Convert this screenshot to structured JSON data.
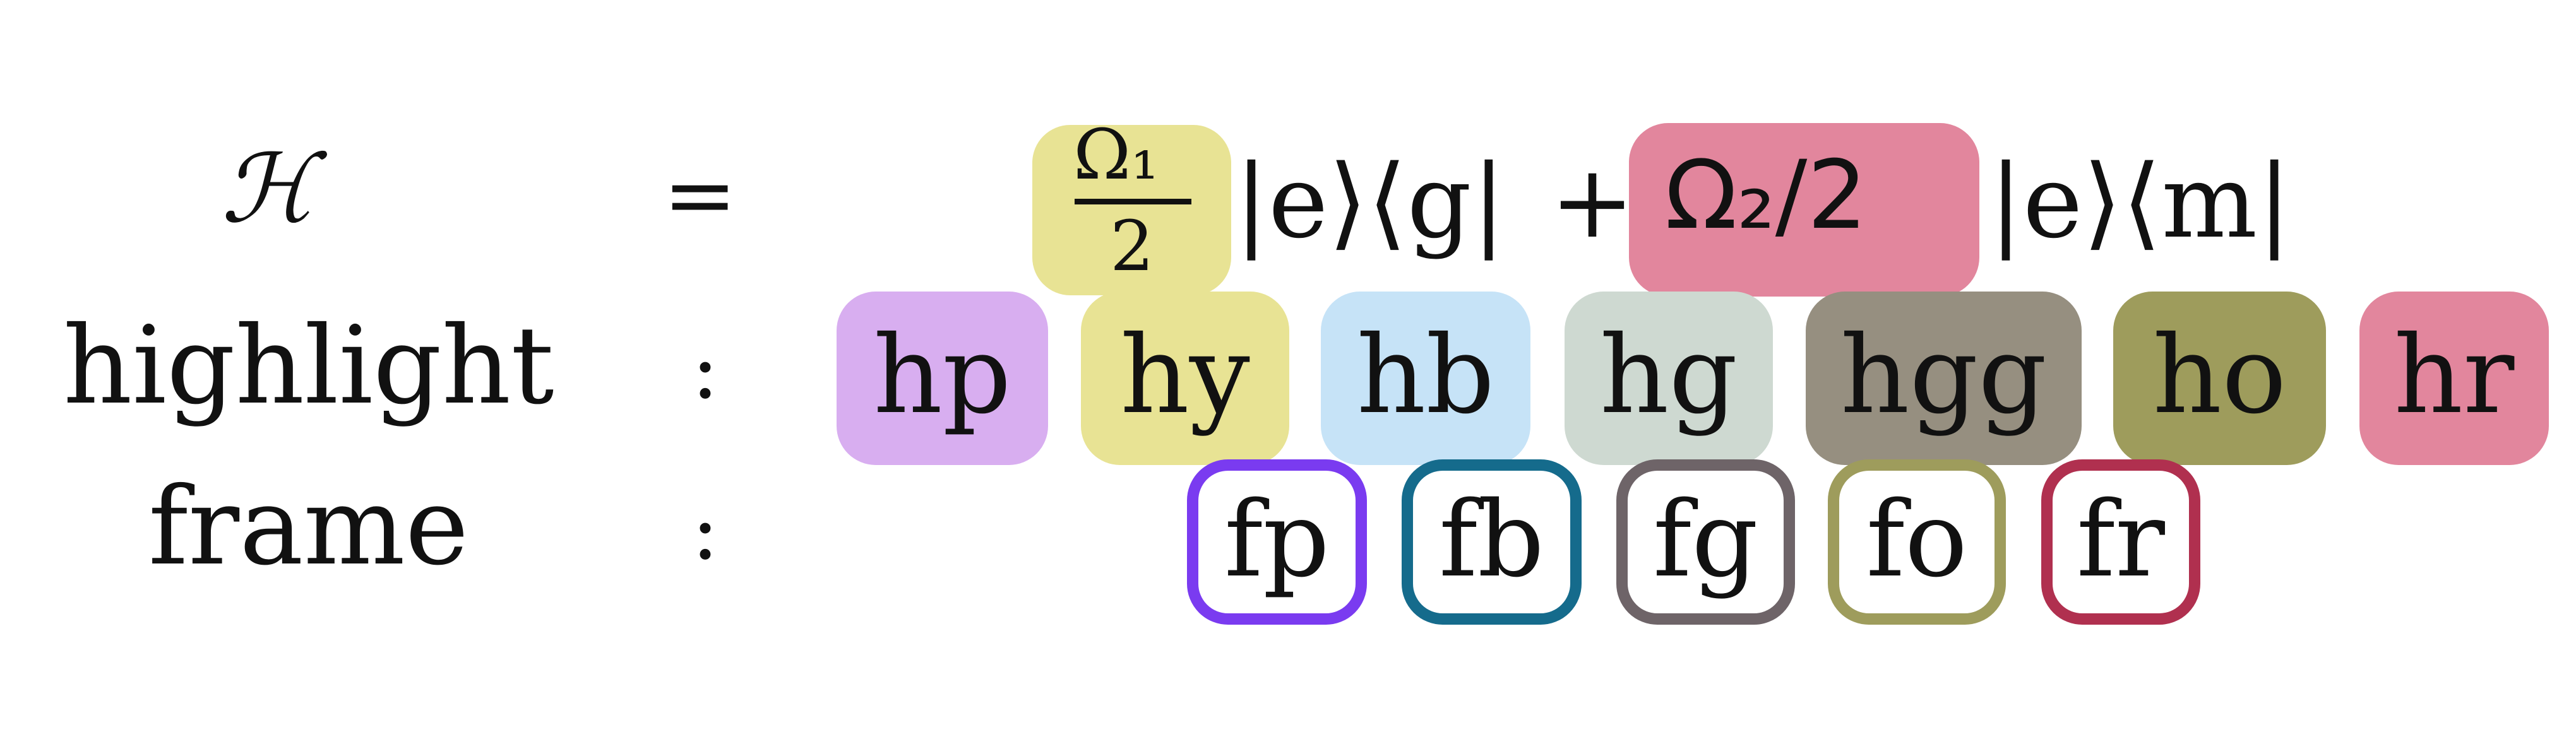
{
  "equation": {
    "lhs": "ℋ",
    "equals": "=",
    "frac_numerator": "Ω₁",
    "frac_denominator": "2",
    "term1_ket_bra": "|e⟩⟨g|",
    "plus": "+",
    "term2_coeff": "Ω₂/2",
    "term2_ket_bra": "|e⟩⟨m|"
  },
  "rows": {
    "highlight_label": "highlight",
    "frame_label": "frame",
    "colon": ":"
  },
  "highlights": [
    {
      "label": "hp",
      "color": "#d8aef0"
    },
    {
      "label": "hy",
      "color": "#e8e394"
    },
    {
      "label": "hb",
      "color": "#c6e3f7"
    },
    {
      "label": "hg",
      "color": "#ced9d1"
    },
    {
      "label": "hgg",
      "color": "#968f80"
    },
    {
      "label": "ho",
      "color": "#9e9c5c"
    },
    {
      "label": "hr",
      "color": "#e2869d"
    }
  ],
  "frames": [
    {
      "label": "fp",
      "color": "#7a3bf0"
    },
    {
      "label": "fb",
      "color": "#156b8c"
    },
    {
      "label": "fg",
      "color": "#6e6468"
    },
    {
      "label": "fo",
      "color": "#9e9c5c"
    },
    {
      "label": "fr",
      "color": "#b0304f"
    }
  ]
}
